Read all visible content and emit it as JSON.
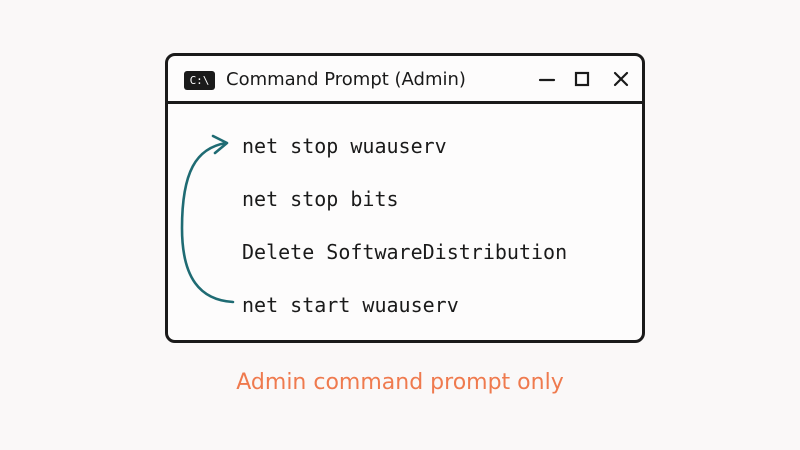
{
  "window": {
    "icon_label": "C:\\",
    "title": "Command Prompt (Admin)"
  },
  "commands": [
    "net stop wuauserv",
    "net stop bits",
    "Delete SoftwareDistribution",
    "net start wuauserv"
  ],
  "caption": "Admin command prompt only",
  "colors": {
    "arrow": "#1f6b73",
    "caption": "#ef7a4e",
    "outline": "#1a1a1a"
  },
  "icons": {
    "minimize": "minimize-icon",
    "maximize": "maximize-icon",
    "close": "close-icon",
    "app": "command-prompt-icon",
    "loop": "loop-arrow-icon"
  }
}
